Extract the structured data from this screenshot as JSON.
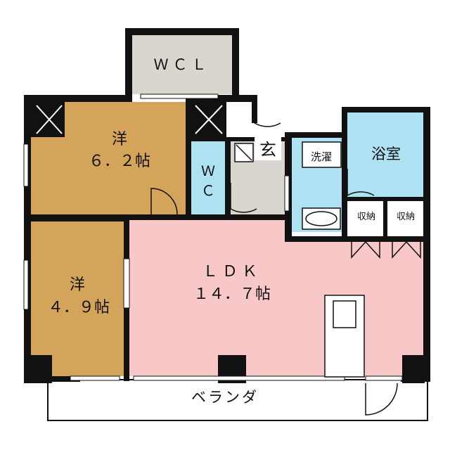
{
  "rooms": {
    "wcl": "ＷＣＬ",
    "western1_name": "洋",
    "western1_size": "６．２帖",
    "western2_name": "洋",
    "western2_size": "４．９帖",
    "wc_top": "Ｗ",
    "wc_bottom": "Ｃ",
    "entrance": "玄",
    "washroom": "洗濯",
    "bath": "浴室",
    "storage1": "収納",
    "storage2": "収納",
    "ldk_name": "ＬＤＫ",
    "ldk_size": "１４．７帖",
    "veranda": "ベランダ"
  },
  "colors": {
    "western": "#d4a45a",
    "ldk": "#f8c8c8",
    "wet": "#aee1f2",
    "wcl": "#d9d6cf",
    "entrance": "#d9d6cf",
    "wall": "#111111"
  }
}
